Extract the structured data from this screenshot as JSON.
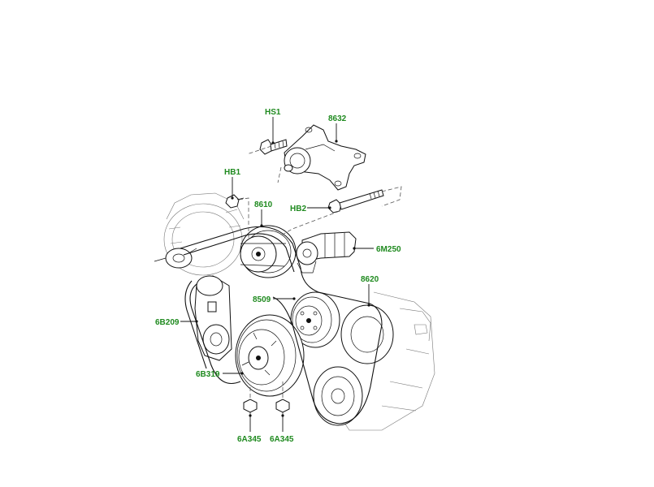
{
  "labels": {
    "hs1": "HS1",
    "p8632": "8632",
    "hb1": "HB1",
    "p8610": "8610",
    "hb2": "HB2",
    "m6m250": "6M250",
    "p8620": "8620",
    "p8509": "8509",
    "b6b209": "6B209",
    "b6b319": "6B319",
    "a6a345_left": "6A345",
    "a6a345_right": "6A345"
  },
  "colors": {
    "label_green": "#1f8a1f",
    "line_black": "#111111",
    "background": "#ffffff"
  }
}
